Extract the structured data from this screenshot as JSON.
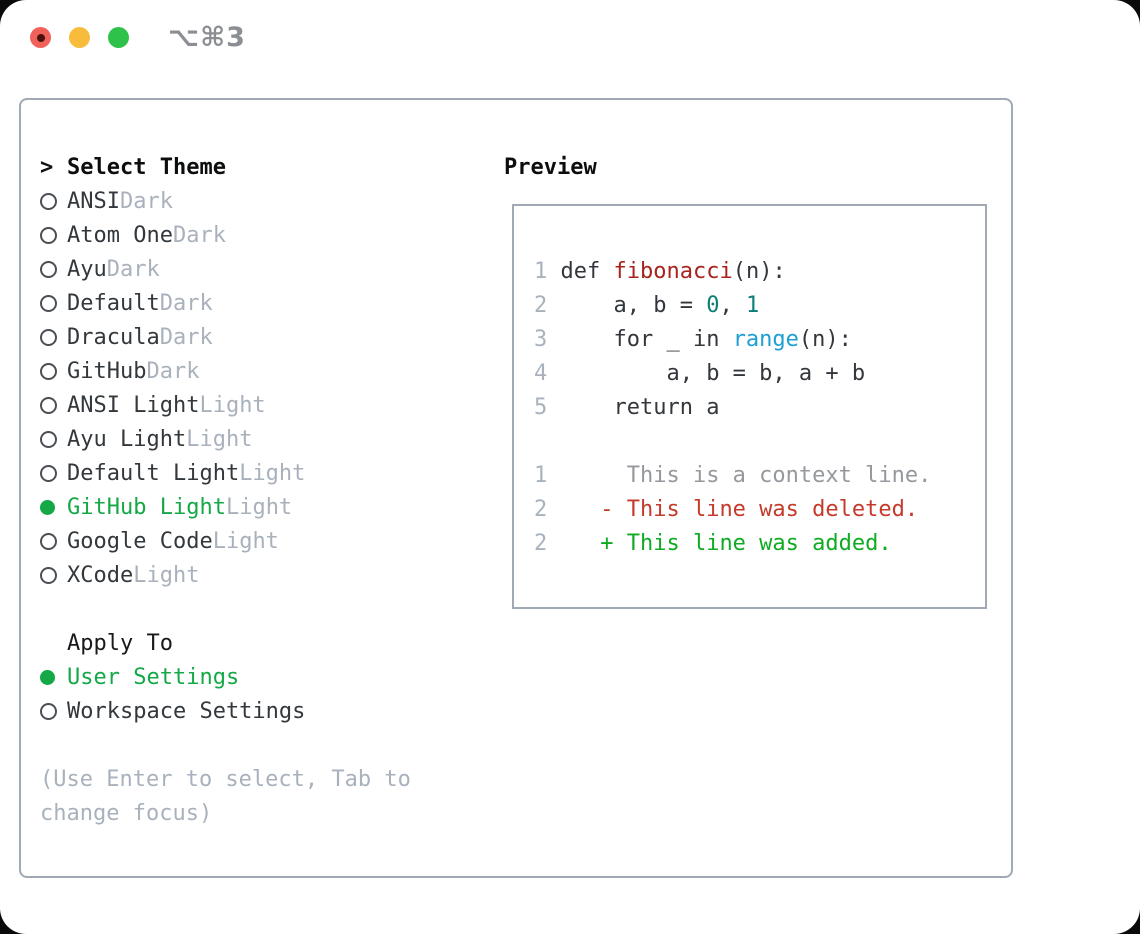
{
  "window": {
    "title": "⌥⌘3",
    "traffic_lights": [
      {
        "name": "close",
        "color": "#f2605a"
      },
      {
        "name": "minimize",
        "color": "#f8bc3c"
      },
      {
        "name": "zoom",
        "color": "#2fc24a"
      }
    ]
  },
  "theme_selector": {
    "prompt_marker": ">",
    "header": "Select Theme",
    "items": [
      {
        "name": "ANSI",
        "variant": "Dark",
        "selected": false
      },
      {
        "name": "Atom One",
        "variant": "Dark",
        "selected": false
      },
      {
        "name": "Ayu",
        "variant": "Dark",
        "selected": false
      },
      {
        "name": "Default",
        "variant": "Dark",
        "selected": false
      },
      {
        "name": "Dracula",
        "variant": "Dark",
        "selected": false
      },
      {
        "name": "GitHub",
        "variant": "Dark",
        "selected": false
      },
      {
        "name": "ANSI Light",
        "variant": "Light",
        "selected": false
      },
      {
        "name": "Ayu Light",
        "variant": "Light",
        "selected": false
      },
      {
        "name": "Default Light",
        "variant": "Light",
        "selected": false
      },
      {
        "name": "GitHub Light",
        "variant": "Light",
        "selected": true
      },
      {
        "name": "Google Code",
        "variant": "Light",
        "selected": false
      },
      {
        "name": "XCode",
        "variant": "Light",
        "selected": false
      }
    ]
  },
  "apply_to": {
    "header": "Apply To",
    "items": [
      {
        "name": "User Settings",
        "selected": true
      },
      {
        "name": "Workspace Settings",
        "selected": false
      }
    ]
  },
  "help": {
    "line1": "(Use Enter to select, Tab to",
    "line2": "change focus)"
  },
  "preview": {
    "header": "Preview",
    "lines": [
      {
        "num": "1",
        "tokens": [
          {
            "t": "def ",
            "c": "code"
          },
          {
            "t": "fibonacci",
            "c": "func"
          },
          {
            "t": "(n):",
            "c": "code"
          }
        ]
      },
      {
        "num": "2",
        "tokens": [
          {
            "t": "    a, b = ",
            "c": "code"
          },
          {
            "t": "0",
            "c": "number"
          },
          {
            "t": ", ",
            "c": "code"
          },
          {
            "t": "1",
            "c": "number"
          }
        ]
      },
      {
        "num": "3",
        "tokens": [
          {
            "t": "    for _ in ",
            "c": "code"
          },
          {
            "t": "range",
            "c": "builtin"
          },
          {
            "t": "(n):",
            "c": "code"
          }
        ]
      },
      {
        "num": "4",
        "tokens": [
          {
            "t": "        a, b = b, a + b",
            "c": "code"
          }
        ]
      },
      {
        "num": "5",
        "tokens": [
          {
            "t": "    return a",
            "c": "code"
          }
        ]
      },
      {
        "num": "",
        "tokens": []
      },
      {
        "num": "1",
        "tokens": [
          {
            "t": "     This is a context line.",
            "c": "context"
          }
        ]
      },
      {
        "num": "2",
        "tokens": [
          {
            "t": "   - This line was deleted.",
            "c": "deleted"
          }
        ]
      },
      {
        "num": "2",
        "tokens": [
          {
            "t": "   + This line was added.",
            "c": "added"
          }
        ]
      }
    ]
  },
  "colors": {
    "accent_green": "#14a846",
    "added_green": "#0fab22",
    "deleted_red": "#c43a2b",
    "function_red": "#a8231d",
    "number_teal": "#0b7e76",
    "builtin_blue": "#1d9fd4",
    "context_gray": "#95999e",
    "muted_gray": "#a9b2bc",
    "text_dark": "#33383d",
    "border_gray": "#a0a9b4",
    "title_gray": "#8b8e92"
  }
}
